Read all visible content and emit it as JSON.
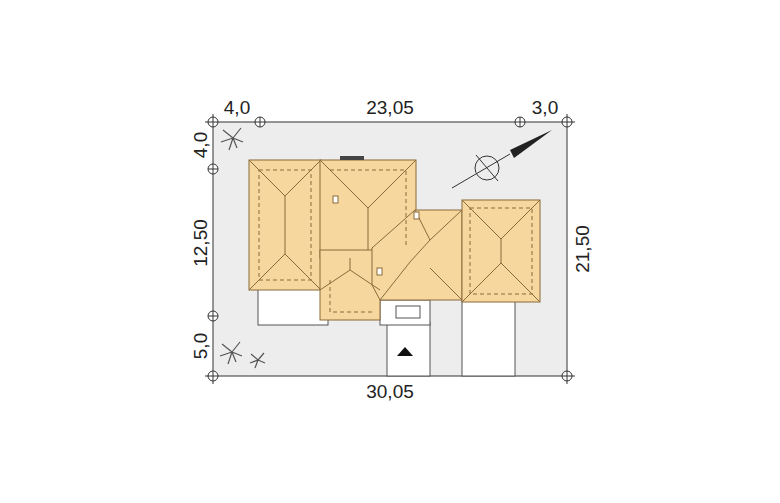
{
  "diagram": {
    "labels": [
      "4,0",
      "23,05",
      "3,0",
      "4,0",
      "12,50",
      "5,0",
      "21,50",
      "30,05"
    ]
  }
}
